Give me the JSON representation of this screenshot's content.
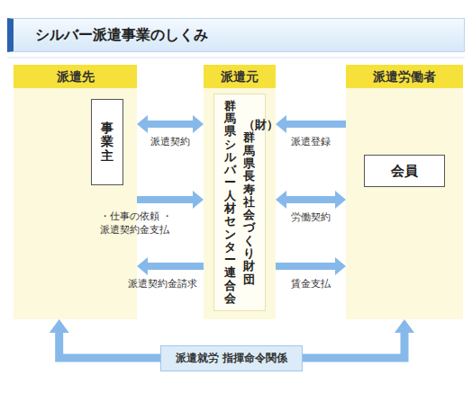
{
  "diagram": {
    "title": "シルバー派遣事業のしくみ",
    "nodes": [
      {
        "text": [
          "派遣先"
        ]
      },
      {
        "text": [
          "事業主"
        ],
        "in": 0
      },
      {
        "text": [
          "派遣元"
        ]
      },
      {
        "text": [
          "（財）群馬県長寿社会づくり財団",
          "群馬県シルバー人材センター連合会"
        ],
        "in": 2
      },
      {
        "text": [
          "派遣労働者"
        ]
      },
      {
        "text": [
          "会員"
        ],
        "in": 4
      }
    ],
    "edges": [
      {
        "from": 0,
        "to": 2,
        "arrow": "both",
        "label": "派遣契約"
      },
      {
        "from": 0,
        "to": 2,
        "arrow": "to",
        "label": "・仕事の依頼 ・派遣契約金支払"
      },
      {
        "from": 2,
        "to": 0,
        "arrow": "to",
        "label": "派遣契約金請求"
      },
      {
        "from": 4,
        "to": 2,
        "arrow": "to",
        "label": "派遣登録"
      },
      {
        "from": 2,
        "to": 4,
        "arrow": "both",
        "label": "労働契約"
      },
      {
        "from": 2,
        "to": 4,
        "arrow": "to",
        "label": "賃金支払"
      },
      {
        "from": 0,
        "to": 4,
        "arrow": "both",
        "label": "派遣就労 指揮命令関係"
      }
    ]
  }
}
